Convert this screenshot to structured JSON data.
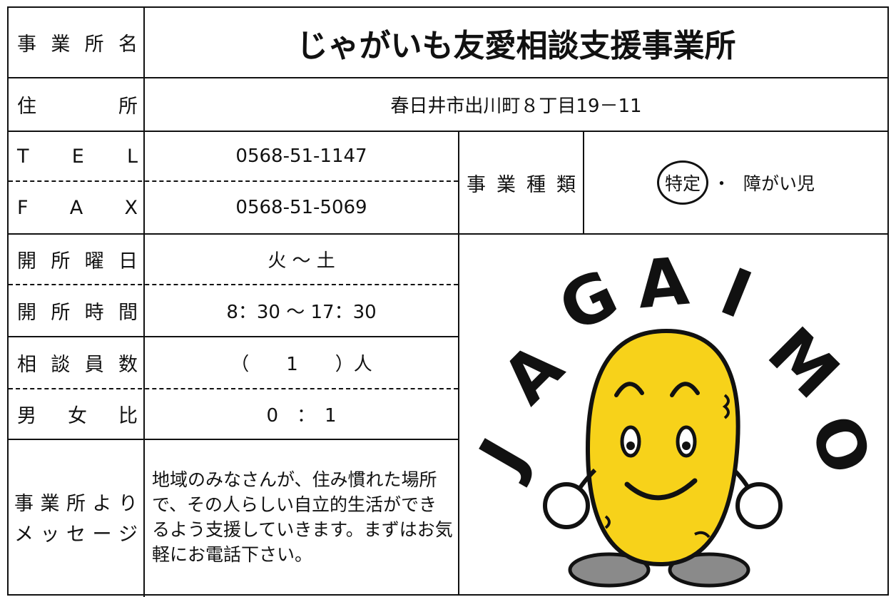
{
  "office": {
    "label_chars": [
      "事",
      "業",
      "所",
      "名"
    ],
    "name": "じゃがいも友愛相談支援事業所"
  },
  "address": {
    "label_chars": [
      "住",
      "所"
    ],
    "value": "春日井市出川町８丁目19－11"
  },
  "tel": {
    "label_chars": [
      "T",
      "E",
      "L"
    ],
    "value": "0568-51-1147"
  },
  "fax": {
    "label_chars": [
      "F",
      "A",
      "X"
    ],
    "value": "0568-51-5069"
  },
  "business_type": {
    "label_chars": [
      "事",
      "業",
      "種",
      "類"
    ],
    "selected": "特定",
    "separator": "・",
    "other": "障がい児"
  },
  "open_days": {
    "label_chars": [
      "開",
      "所",
      "曜",
      "日"
    ],
    "value": "火 ～ 土"
  },
  "open_hours": {
    "label_chars": [
      "開",
      "所",
      "時",
      "間"
    ],
    "value": "8：30 ～ 17：30"
  },
  "counselors": {
    "label_chars": [
      "相",
      "談",
      "員",
      "数"
    ],
    "value": "（　　1　　）人"
  },
  "gender_ratio": {
    "label_chars": [
      "男",
      "女",
      "比"
    ],
    "value": "0　：　1"
  },
  "message": {
    "label_line1": [
      "事",
      "業",
      "所",
      "よ",
      "り"
    ],
    "label_line2": [
      "メ",
      "ッ",
      "セ",
      "ー",
      "ジ"
    ],
    "text_lines": [
      "地域のみなさんが、住み慣れた場所",
      "で、その人らしい自立的生活ができ",
      "るよう支援していきます。まずはお気",
      "軽にお電話下さい。"
    ]
  },
  "mascot": {
    "letters": [
      "J",
      "A",
      "G",
      "A",
      "I",
      "M",
      "O"
    ],
    "colors": {
      "body": "#f7d21a",
      "outline": "#111111",
      "shoe": "#8a8a8a"
    }
  }
}
